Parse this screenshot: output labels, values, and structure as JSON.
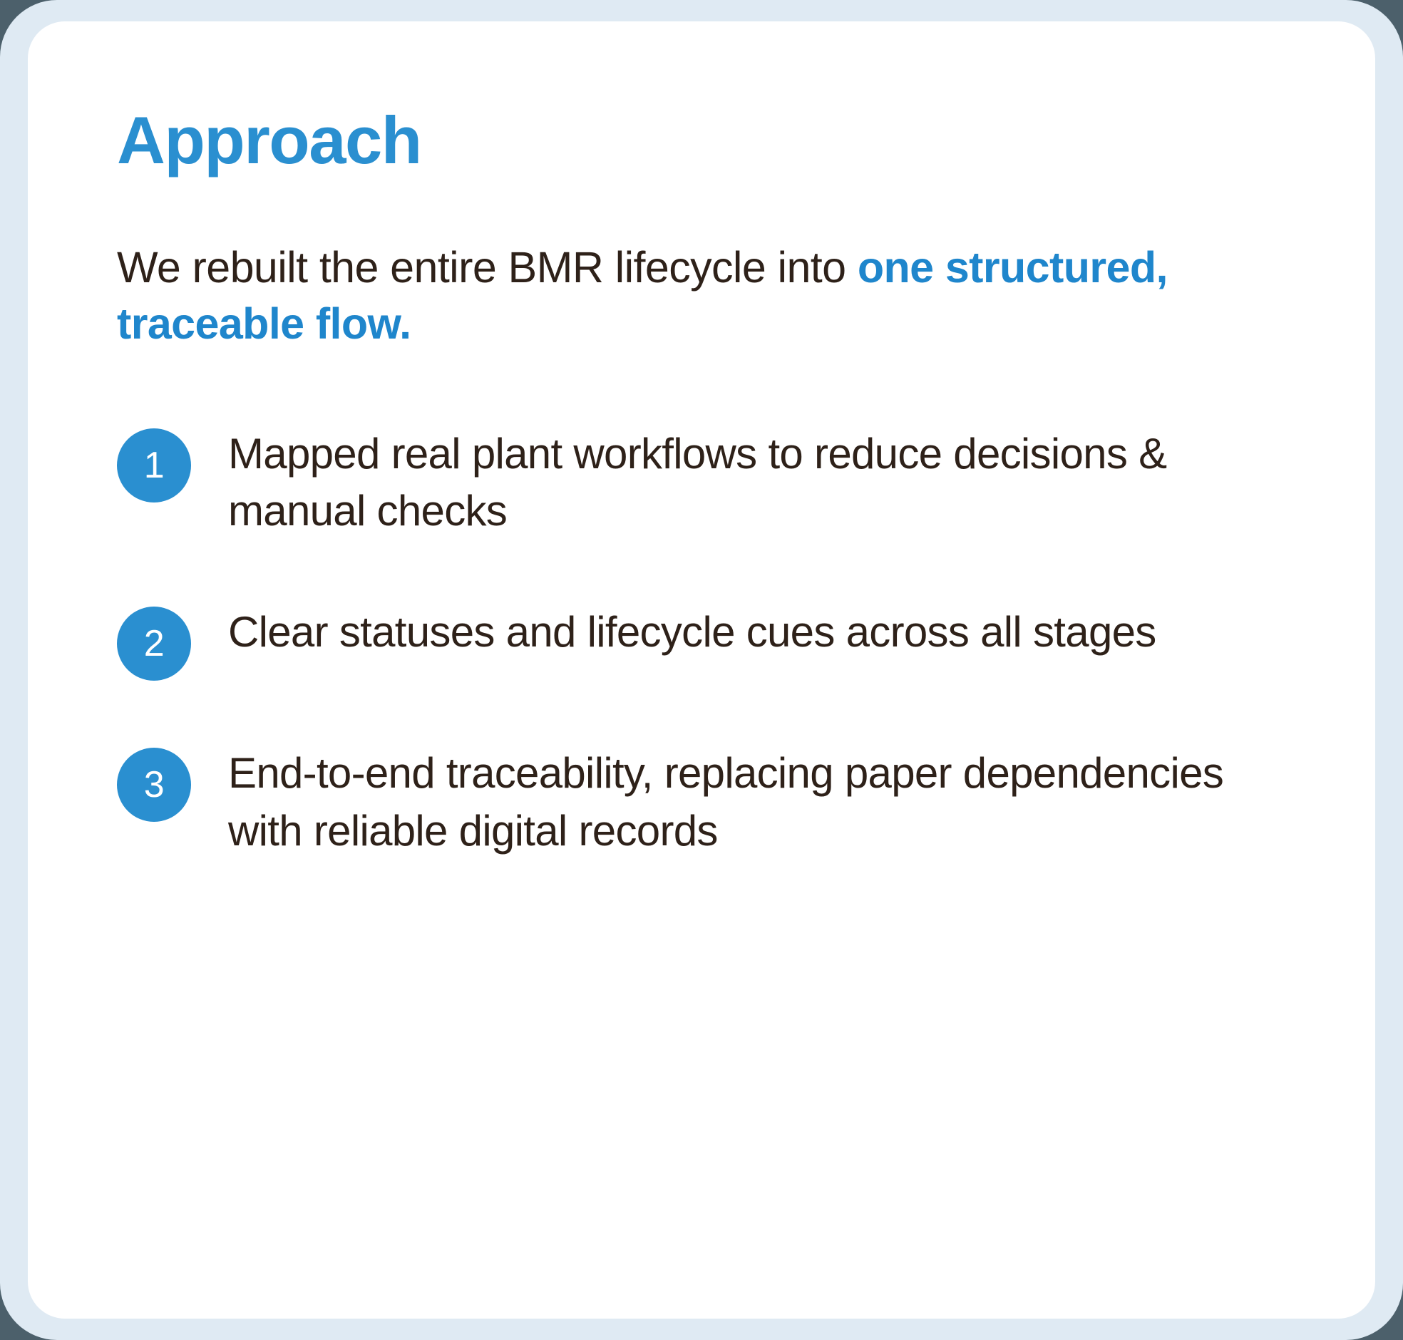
{
  "card": {
    "title": "Approach",
    "intro": {
      "lead": "We rebuilt the entire BMR lifecycle into ",
      "accent": "one structured, traceable flow."
    },
    "steps": [
      {
        "number": "1",
        "text": "Mapped real plant workflows to reduce decisions & manual checks"
      },
      {
        "number": "2",
        "text": "Clear statuses and lifecycle cues across all stages"
      },
      {
        "number": "3",
        "text": "End-to-end traceability, replacing paper dependencies with reliable digital records"
      }
    ]
  },
  "colors": {
    "accent_blue": "#2a8fd0",
    "text_dark": "#2e2119",
    "frame_blue": "#dfeaf3",
    "card_white": "#ffffff",
    "page_background": "#4c606b"
  }
}
